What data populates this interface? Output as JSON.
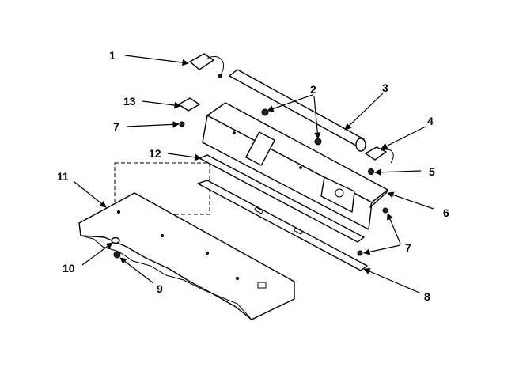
{
  "diagram": {
    "callouts": [
      {
        "id": "c1",
        "label": "1"
      },
      {
        "id": "c2",
        "label": "2"
      },
      {
        "id": "c3",
        "label": "3"
      },
      {
        "id": "c4",
        "label": "4"
      },
      {
        "id": "c5",
        "label": "5"
      },
      {
        "id": "c6",
        "label": "6"
      },
      {
        "id": "c7a",
        "label": "7"
      },
      {
        "id": "c7b",
        "label": "7"
      },
      {
        "id": "c8",
        "label": "8"
      },
      {
        "id": "c9",
        "label": "9"
      },
      {
        "id": "c10",
        "label": "10"
      },
      {
        "id": "c11",
        "label": "11"
      },
      {
        "id": "c12",
        "label": "12"
      },
      {
        "id": "c13",
        "label": "13"
      }
    ]
  }
}
